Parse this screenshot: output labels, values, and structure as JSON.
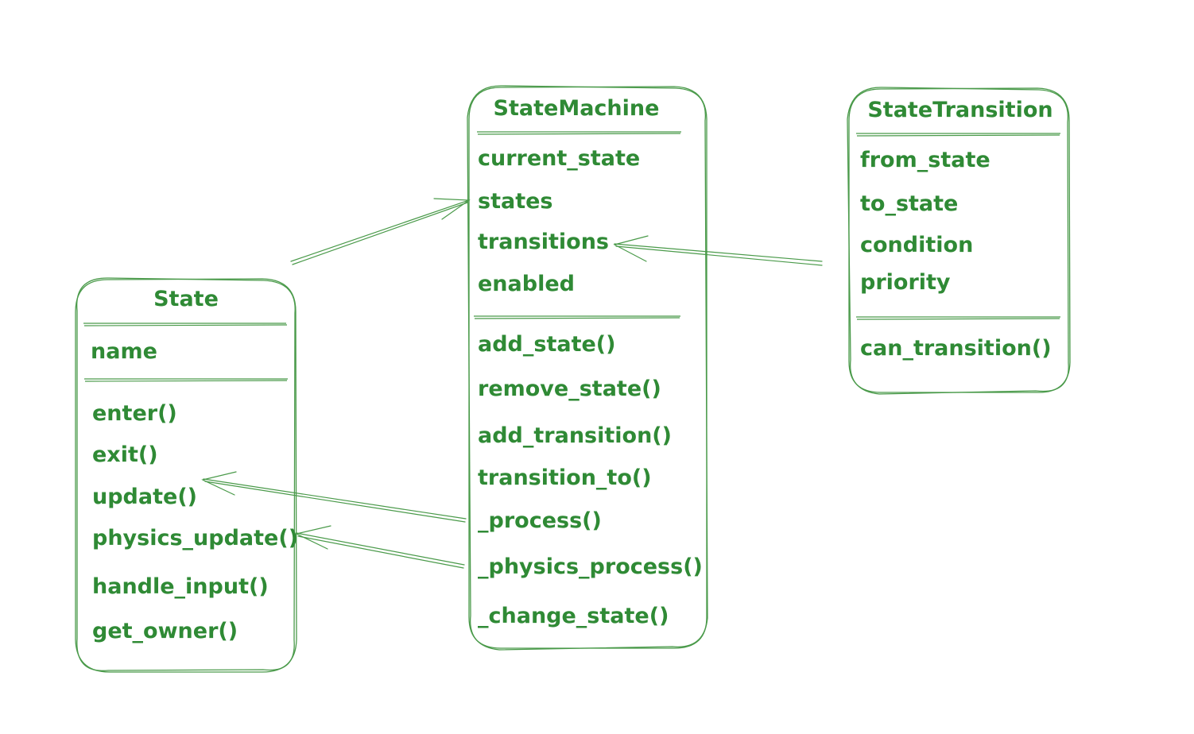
{
  "classes": {
    "state": {
      "name": "State",
      "attributes": [
        "name"
      ],
      "methods": [
        "enter()",
        "exit()",
        "update()",
        "physics_update()",
        "handle_input()",
        "get_owner()"
      ]
    },
    "state_machine": {
      "name": "StateMachine",
      "attributes": [
        "current_state",
        "states",
        "transitions",
        "enabled"
      ],
      "methods": [
        "add_state()",
        "remove_state()",
        "add_transition()",
        "transition_to()",
        "_process()",
        "_physics_process()",
        "_change_state()"
      ]
    },
    "state_transition": {
      "name": "StateTransition",
      "attributes": [
        "from_state",
        "to_state",
        "condition",
        "priority"
      ],
      "methods": [
        "can_transition()"
      ]
    }
  },
  "colors": {
    "stroke": "#4a9a4a",
    "text": "#2f8a35",
    "background": "#ffffff"
  }
}
